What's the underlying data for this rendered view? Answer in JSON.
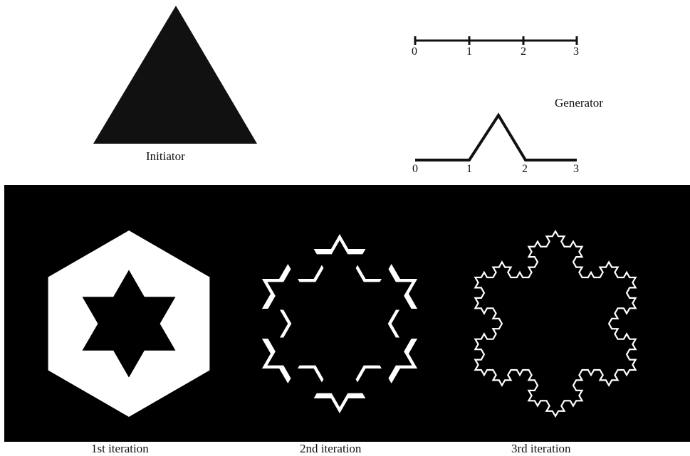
{
  "initiator": {
    "label": "Initiator"
  },
  "generator": {
    "label": "Generator",
    "segment_ticks": [
      "0",
      "1",
      "2",
      "3"
    ],
    "bent_ticks": [
      "0",
      "1",
      "2",
      "3"
    ]
  },
  "iterations": [
    {
      "label": "1st iteration",
      "level": 1
    },
    {
      "label": "2nd iteration",
      "level": 2
    },
    {
      "label": "3rd iteration",
      "level": 3
    }
  ],
  "colors": {
    "ink": "#111111",
    "panel": "#000000",
    "paper": "#ffffff",
    "highlight": "#ffffff"
  }
}
